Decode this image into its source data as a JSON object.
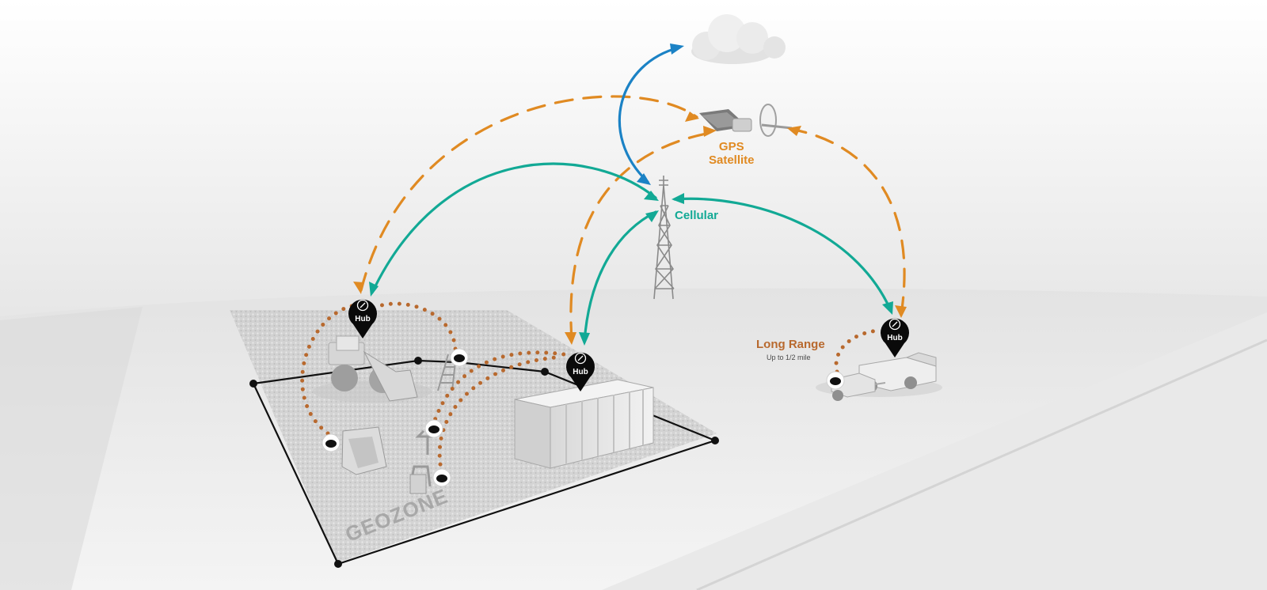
{
  "labels": {
    "gps_line1": "GPS",
    "gps_line2": "Satellite",
    "cellular": "Cellular",
    "long_range": "Long Range",
    "long_range_sub": "Up to 1/2 mile",
    "geozone": "GEOZONE",
    "hub": "Hub"
  },
  "colors": {
    "gps": "#e08a22",
    "cellular": "#12a995",
    "cloud_link": "#1b82c5",
    "local": "#b8692e",
    "pin": "#0a0a0a",
    "geozone_border": "#111111"
  },
  "icons": [
    "cloud-icon",
    "satellite-icon",
    "cell-tower-icon",
    "hub-pin-icon",
    "tag-puck-icon",
    "loader-icon",
    "bucket-icon",
    "ladder-icon",
    "container-icon",
    "truck-icon",
    "trailer-icon",
    "compactor-icon"
  ]
}
